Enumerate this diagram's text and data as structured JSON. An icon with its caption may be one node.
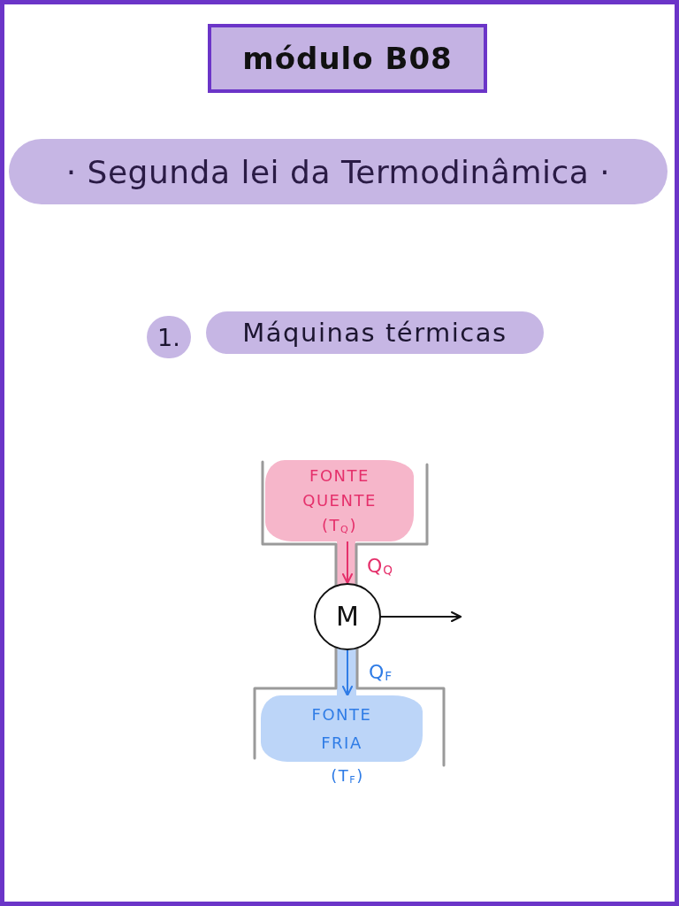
{
  "diagram": {
    "title": "módulo B08",
    "nodes": [
      {
        "text": [
          "FONTE QUENTE (T$_{Q}$)"
        ]
      },
      {
        "text": [
          "M"
        ]
      },
      {
        "text": [
          "FONTE FRIA"
        ],
        "beside": [
          "(T$_{F}$)"
        ]
      }
    ],
    "edges": [
      {
        "from": 0,
        "to": 1,
        "arrow": "to",
        "label": "Q$_{Q}$",
        "color": "#e5306b"
      },
      {
        "from": 1,
        "to": 2,
        "arrow": "to",
        "label": "Q$_{F}$",
        "color": "#2f7ce6"
      },
      {
        "from": 1,
        "to": null,
        "arrow": "to",
        "color": "#111111"
      }
    ],
    "labels": [
      "· Segunda lei da Termodinâmica ·",
      "1.",
      "Máquinas térmicas"
    ]
  }
}
